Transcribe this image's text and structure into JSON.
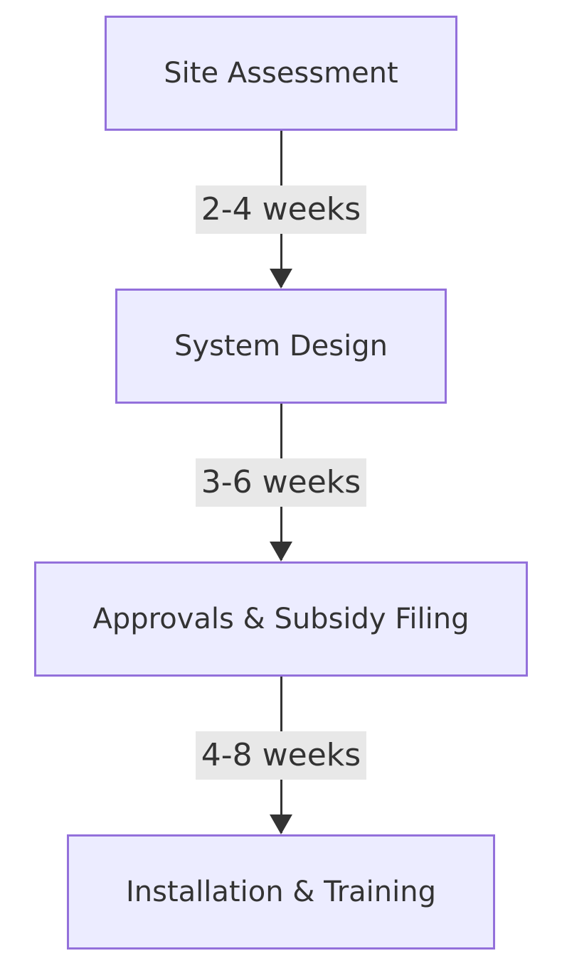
{
  "diagram": {
    "type": "flowchart",
    "direction": "top-down",
    "nodes": [
      {
        "id": "site-assessment",
        "label": "Site Assessment"
      },
      {
        "id": "system-design",
        "label": "System Design"
      },
      {
        "id": "approvals-subsidy-filing",
        "label": "Approvals & Subsidy Filing"
      },
      {
        "id": "installation-training",
        "label": "Installation & Training"
      }
    ],
    "edges": [
      {
        "from": "site-assessment",
        "to": "system-design",
        "label": "2-4 weeks"
      },
      {
        "from": "system-design",
        "to": "approvals-subsidy-filing",
        "label": "3-6 weeks"
      },
      {
        "from": "approvals-subsidy-filing",
        "to": "installation-training",
        "label": "4-8 weeks"
      }
    ],
    "colors": {
      "node_fill": "#ECECFF",
      "node_border": "#9370DB",
      "text": "#333333",
      "edge_label_bg": "#e8e8e8",
      "arrow": "#333333",
      "page_bg": "#ffffff"
    }
  }
}
